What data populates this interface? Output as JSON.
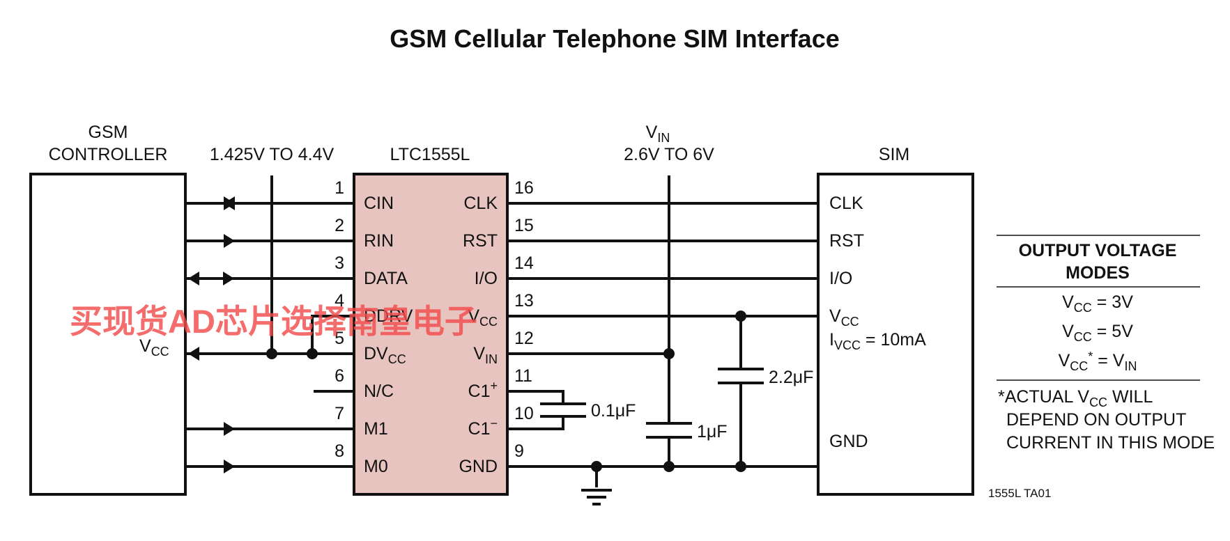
{
  "title": "GSM Cellular Telephone SIM Interface",
  "controller": {
    "label_line1": "GSM",
    "label_line2": "CONTROLLER",
    "vcc_label": "V",
    "vcc_sub": "CC"
  },
  "supply_left": "1.425V TO 4.4V",
  "supply_right": {
    "label": "V",
    "label_sub": "IN",
    "range": "2.6V TO 6V"
  },
  "chip": {
    "name": "LTC1555L",
    "left_pins": [
      {
        "num": "1",
        "name": "CIN"
      },
      {
        "num": "2",
        "name": "RIN"
      },
      {
        "num": "3",
        "name": "DATA"
      },
      {
        "num": "4",
        "name": "DDRV"
      },
      {
        "num": "5",
        "name": "DV",
        "sub": "CC"
      },
      {
        "num": "6",
        "name": "N/C"
      },
      {
        "num": "7",
        "name": "M1"
      },
      {
        "num": "8",
        "name": "M0"
      }
    ],
    "right_pins": [
      {
        "num": "16",
        "name": "CLK"
      },
      {
        "num": "15",
        "name": "RST"
      },
      {
        "num": "14",
        "name": "I/O"
      },
      {
        "num": "13",
        "name": "V",
        "sub": "CC"
      },
      {
        "num": "12",
        "name": "V",
        "sub": "IN"
      },
      {
        "num": "11",
        "name": "C1",
        "sup": "+"
      },
      {
        "num": "10",
        "name": "C1",
        "sup": "−"
      },
      {
        "num": "9",
        "name": "GND"
      }
    ]
  },
  "sim": {
    "label": "SIM",
    "pins": [
      "CLK",
      "RST",
      "I/O",
      "V",
      "GND"
    ],
    "vcc_sub": "CC",
    "ivcc": {
      "prefix": "I",
      "sub": "VCC",
      "value": " = 10mA"
    }
  },
  "capacitors": {
    "flying": "0.1μF",
    "vin": "1μF",
    "vcc": "2.2μF"
  },
  "modes_table": {
    "header_line1": "OUTPUT VOLTAGE",
    "header_line2": "MODES",
    "rows": [
      {
        "v": "V",
        "sub": "CC",
        "rest": " = 3V"
      },
      {
        "v": "V",
        "sub": "CC",
        "rest": " = 5V"
      },
      {
        "v": "V",
        "sub": "CC",
        "star": "*",
        "rest": " = V",
        "sub2": "IN"
      }
    ],
    "footnote_line1_a": "*ACTUAL V",
    "footnote_line1_sub": "CC",
    "footnote_line1_b": " WILL",
    "footnote_line2": "DEPEND ON OUTPUT",
    "footnote_line3": "CURRENT IN THIS MODE"
  },
  "figure_id": "1555L TA01",
  "watermark": "买现货AD芯片选择南皇电子"
}
